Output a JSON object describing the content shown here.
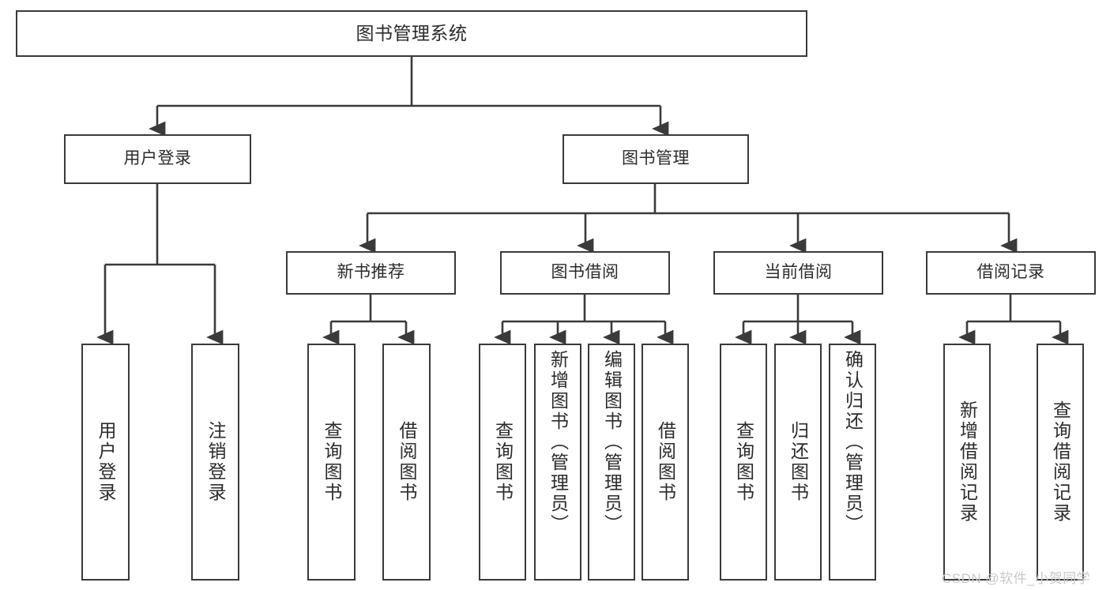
{
  "diagram": {
    "title": "图书管理系统",
    "type": "tree",
    "root": {
      "label": "图书管理系统"
    },
    "level2": [
      {
        "label": "用户登录"
      },
      {
        "label": "图书管理"
      }
    ],
    "level3": [
      {
        "label": "新书推荐",
        "parent": "图书管理"
      },
      {
        "label": "图书借阅",
        "parent": "图书管理"
      },
      {
        "label": "当前借阅",
        "parent": "图书管理"
      },
      {
        "label": "借阅记录",
        "parent": "图书管理"
      }
    ],
    "leaves": {
      "user_login": [
        {
          "label": "用户登录"
        },
        {
          "label": "注销登录"
        }
      ],
      "new_book_recommend": [
        {
          "label": "查询图书"
        },
        {
          "label": "借阅图书"
        }
      ],
      "book_borrow": [
        {
          "label": "查询图书"
        },
        {
          "label": "新增图书（管理员）"
        },
        {
          "label": "编辑图书（管理员）"
        },
        {
          "label": "借阅图书"
        }
      ],
      "current_borrow": [
        {
          "label": "查询图书"
        },
        {
          "label": "归还图书"
        },
        {
          "label": "确认归还（管理员）"
        }
      ],
      "borrow_record": [
        {
          "label": "新增借阅记录"
        },
        {
          "label": "查询借阅记录"
        }
      ]
    }
  },
  "watermark": {
    "text": "CSDN @软件_小贺同学"
  },
  "colors": {
    "stroke": "#3a3a3a",
    "background": "#ffffff",
    "text": "#2b2b2b",
    "watermark": "#c9c9c9"
  }
}
